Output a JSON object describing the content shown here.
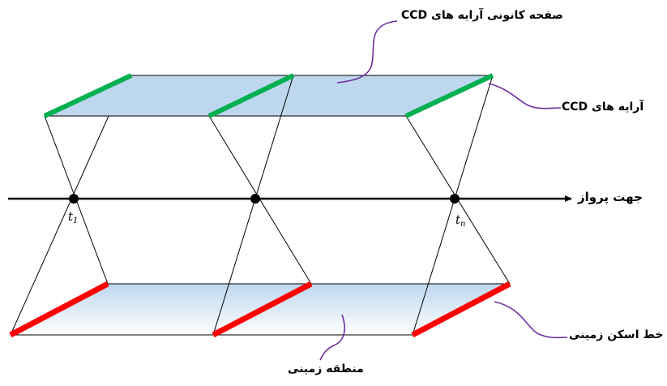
{
  "labels": {
    "focal_plane": "صفحه کانونی آرایه های CCD",
    "ccd_arrays": "آرایه های CCD",
    "flight_direction": "جهت پرواز",
    "ground_scan_line": "خط اسکن زمینی",
    "ground_area": "منطقه زمینی"
  },
  "time_labels": [
    {
      "base": "t",
      "sub": "1"
    },
    {
      "base": "t",
      "sub": "n"
    }
  ],
  "colors": {
    "focal_plane_fill": "#bdd7ee",
    "ground_fill_top": "#bdd7ee",
    "ground_fill_bottom": "#ffffff",
    "ccd_array": "#00b050",
    "scan_line": "#ff0000",
    "callout": "#7030a0",
    "axis": "#000000"
  }
}
